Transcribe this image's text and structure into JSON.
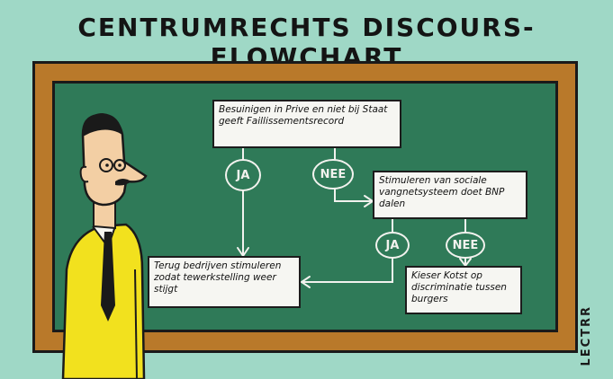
{
  "title": "CENTRUMRECHTS DISCOURS-FLOWCHART",
  "boxes": {
    "start": "Besuinigen in Prive en niet bij Staat geeft Faillissementsrecord",
    "stimulate": "Stimuleren van sociale vangnetsysteem doet BNP dalen",
    "back": "Terug bedrijven stimuleren zodat tewerkstelling weer stijgt",
    "voter": "Kieser Kotst op discriminatie tussen burgers"
  },
  "decisions": {
    "ja": "JA",
    "nee": "NEE"
  },
  "signature": "LECTRR",
  "colors": {
    "background": "#9fd8c6",
    "frame": "#b9792a",
    "board": "#2f7a58",
    "chalk": "#f2f2ee",
    "shirt": "#f2e11e"
  }
}
